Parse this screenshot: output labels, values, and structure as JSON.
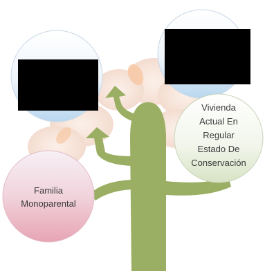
{
  "nodes": [
    {
      "id": "top-left",
      "lines": [],
      "redacted": true
    },
    {
      "id": "top-right",
      "lines": [],
      "redacted": true
    },
    {
      "id": "right",
      "lines": [
        "Vivienda",
        "Actual En",
        "Regular",
        "Estado De",
        "Conservación"
      ],
      "redacted": false
    },
    {
      "id": "bottom-left",
      "lines": [
        "Familia",
        "Monoparental"
      ],
      "redacted": false
    }
  ],
  "colors": {
    "trunk": "#9aaf63",
    "petal": "#f3d8c8",
    "petal_accent": "#f6b98a",
    "circle_blue_top": "#ffffff",
    "circle_blue_bottom": "#b9d7ef",
    "circle_green_top": "#ffffff",
    "circle_green_bottom": "#d7e3c5",
    "circle_pink_top": "#f6eef4",
    "circle_pink_bottom": "#e7a4b3",
    "redaction": "#000000"
  }
}
